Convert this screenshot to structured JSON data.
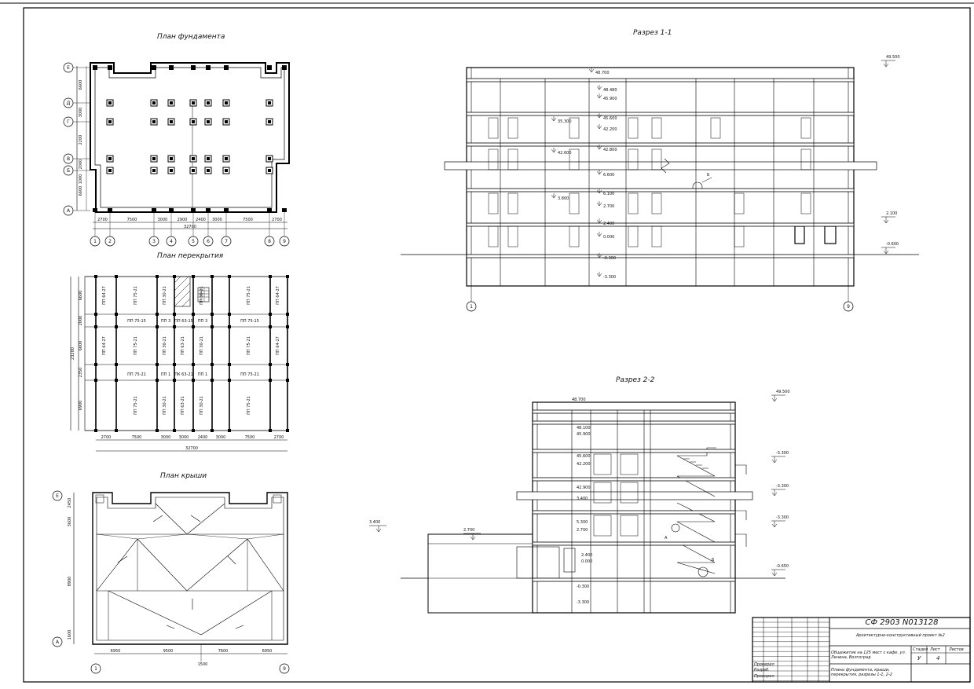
{
  "titles": {
    "foundation": "План фундамента",
    "floor": "План перекрытия",
    "roof": "План крыши",
    "section11": "Разрез 1-1",
    "section22": "Разрез 2-2"
  },
  "foundation_plan": {
    "row_axes": [
      "Е",
      "Д",
      "Г",
      "В",
      "Б",
      "А"
    ],
    "row_dims": [
      "6600",
      "3000",
      "2200",
      "2000",
      "1000",
      "6600"
    ],
    "col_axes": [
      "1",
      "2",
      "3",
      "4",
      "5",
      "6",
      "7",
      "8",
      "9"
    ],
    "col_dims": [
      "2700",
      "7500",
      "3000",
      "2900",
      "2400",
      "3000",
      "7500",
      "2700"
    ],
    "total": "32700"
  },
  "floor_plan": {
    "row_dims": [
      "6600",
      "2000",
      "6600",
      "2350",
      "6900"
    ],
    "total_height": "23200",
    "col_dims": [
      "2700",
      "7500",
      "3000",
      "3000",
      "2400",
      "3000",
      "7500",
      "2700"
    ],
    "total": "32700",
    "panels": [
      "ПП 64-27",
      "ПП 75-21",
      "ПП 30-21",
      "ПП 30-21",
      "ПП 75-21",
      "ПП 64-27",
      "ПП 75-15",
      "ПП 3",
      "ПП 63-15",
      "ПП 3",
      "ПП 75-15",
      "ПП 64-27",
      "ПП 75-21",
      "ПП 30-21",
      "ПП 63-21",
      "ПП 30-21",
      "ПП 75-21",
      "ПП 64-27",
      "ПП 75-21",
      "ПП 1",
      "ПК 63-21",
      "ПП 1",
      "ПП 75-21",
      "ПП 75-21",
      "ПП 30-21",
      "ПП 63-21",
      "ПП 30-21",
      "ПП 75-21"
    ]
  },
  "roof_plan": {
    "row_axes": [
      "Е",
      "А"
    ],
    "row_dims": [
      "2450",
      "3600",
      "8900",
      "1600"
    ],
    "col_axes": [
      "1",
      "9"
    ],
    "col_dims": [
      "6950",
      "9500",
      "1500",
      "7600",
      "6950"
    ]
  },
  "section11": {
    "axes": [
      "1",
      "9"
    ],
    "levels": [
      "48.700",
      "48.480",
      "45.900",
      "45.600",
      "42.200",
      "42.800",
      "35.300",
      "42.600",
      "6.600",
      "6.100",
      "3.800",
      "2.700",
      "2.400",
      "0.000",
      "-0.300",
      "-3.300"
    ],
    "right_levels": [
      "49.500",
      "2.100",
      "-0.600"
    ],
    "callout": "Б"
  },
  "section22": {
    "levels": [
      "48.700",
      "48.100",
      "45.900",
      "45.600",
      "42.200",
      "42.900",
      "3.400",
      "5.300",
      "2.700",
      "2.400",
      "0.000",
      "-0.300",
      "-3.300"
    ],
    "left_levels": [
      "3.400",
      "2.700"
    ],
    "right_levels": [
      "49.500",
      "-3.300",
      "-3.300",
      "-3.300",
      "-0.650"
    ],
    "callouts": [
      "А",
      "Б"
    ]
  },
  "stamp": {
    "code": "СФ 2903  N013128",
    "project": "Архитектурно-конструктивный проект №2",
    "building": "Общежитие на 125 мест с кафе. ул. Ленина, Волгоград",
    "sheet_title": "Планы фундамента, крыши, перекрытия, разрезы 1-1, 2-2",
    "stage_label": "Стадия",
    "sheet_label": "Лист",
    "sheets_label": "Листов",
    "stage": "У",
    "sheet": "4",
    "roles": [
      "Проверил",
      "Разраб.",
      "Проверил"
    ]
  }
}
